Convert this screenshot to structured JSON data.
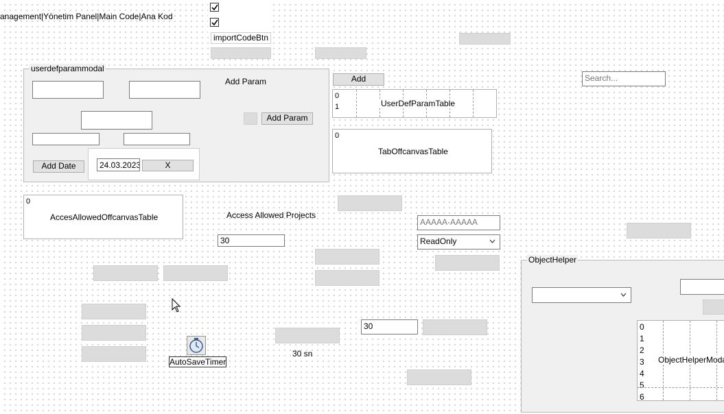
{
  "header": {
    "breadcrumb": "anagement|Yönetim Panel|Main Code|Ana Kod",
    "import_button": "importCodeBtn"
  },
  "userdef_group": {
    "title": "userdefparammodal",
    "add_param_label": "Add Param",
    "add_param_button": "Add Param",
    "add_date_button": "Add Date",
    "date_value": "24.03.2023",
    "clear_date_button": "X"
  },
  "add_button": "Add",
  "userdef_table": {
    "caption": "UserDefParamTable",
    "row_numbers": [
      "0",
      "1"
    ]
  },
  "tab_offcanvas_table": {
    "caption": "TabOffcanvasTable",
    "row_numbers": [
      "0"
    ]
  },
  "search": {
    "placeholder": "Search..."
  },
  "access_table": {
    "caption": "AccesAllowedOffcanvasTable",
    "row_numbers": [
      "0"
    ]
  },
  "access_projects_label": "Access Allowed Projects",
  "access_input_value": "30",
  "code_input": {
    "placeholder": "AAAAA-AAAAA"
  },
  "mode_select": {
    "value": "ReadOnly"
  },
  "timer": {
    "label": "AutoSaveTimer",
    "seconds_label": "30 sn",
    "interval_value": "30"
  },
  "object_helper": {
    "title": "ObjectHelper",
    "table_caption": "ObjectHelperModa",
    "row_numbers": [
      "0",
      "1",
      "2",
      "3",
      "4",
      "5",
      "6"
    ]
  }
}
